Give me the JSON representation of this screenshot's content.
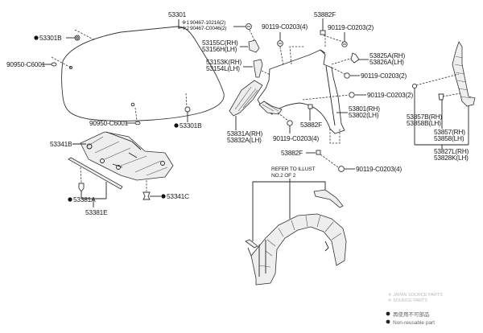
{
  "diagram": {
    "title": "Hood & Front Fender parts diagram",
    "labels": {
      "hood": "53301",
      "hood_bumper_left": "53301B",
      "hood_bumper_right": "53301B",
      "hood_cushion_upper": "90950-C6001",
      "hood_cushion_lower": "90950-C6001",
      "hood_insulator": "53341B",
      "insulator_clip": "53341C",
      "hood_seal_clip": "53381A",
      "hood_seal": "53381E",
      "screw_note_1_mark": "※1",
      "screw_note_1": "90467-10216(2)",
      "screw_note_2_mark": "※2",
      "screw_note_2": "90467-C0046(2)",
      "seal_upper_rh": "53155C(RH)",
      "seal_upper_lh": "53156H(LH)",
      "seal_mid_rh": "53153K(RH)",
      "seal_mid_lh": "53154L(LH)",
      "bolt_top": "90119-C0203(4)",
      "clip_top": "53882F",
      "bolt_top_right": "90119-C0203(2)",
      "bracket_rh": "53825A(RH)",
      "bracket_lh": "53826A(LH)",
      "bolt_right_1": "90119-C0203(2)",
      "bolt_right_2": "90119-C0203(2)",
      "fender_rh": "53801(RH)",
      "fender_lh": "53802(LH)",
      "clip_mid": "53882F",
      "protector_rh": "53831A(RH)",
      "protector_lh": "53832A(LH)",
      "bolt_mid": "90119-C0203(4)",
      "clip_lower": "53882F",
      "bolt_lower": "90119-C0203(4)",
      "refer_line1": "REFER TO ILLUST",
      "refer_line2": "NO.2 OF 2",
      "seal_side_rh": "53857B(RH)",
      "seal_side_lh": "53858B(LH)",
      "cover_rh": "53857(RH)",
      "cover_lh": "53858(LH)",
      "side_panel_rh": "53827L(RH)",
      "side_panel_lh": "53828K(LH)"
    },
    "legend": {
      "faint_line1": "※ JAPAN SOURCE PARTS",
      "faint_line2": "※ SOURCE PARTS",
      "item1": "再使用不可部品",
      "item2": "Non-reusable part"
    }
  }
}
